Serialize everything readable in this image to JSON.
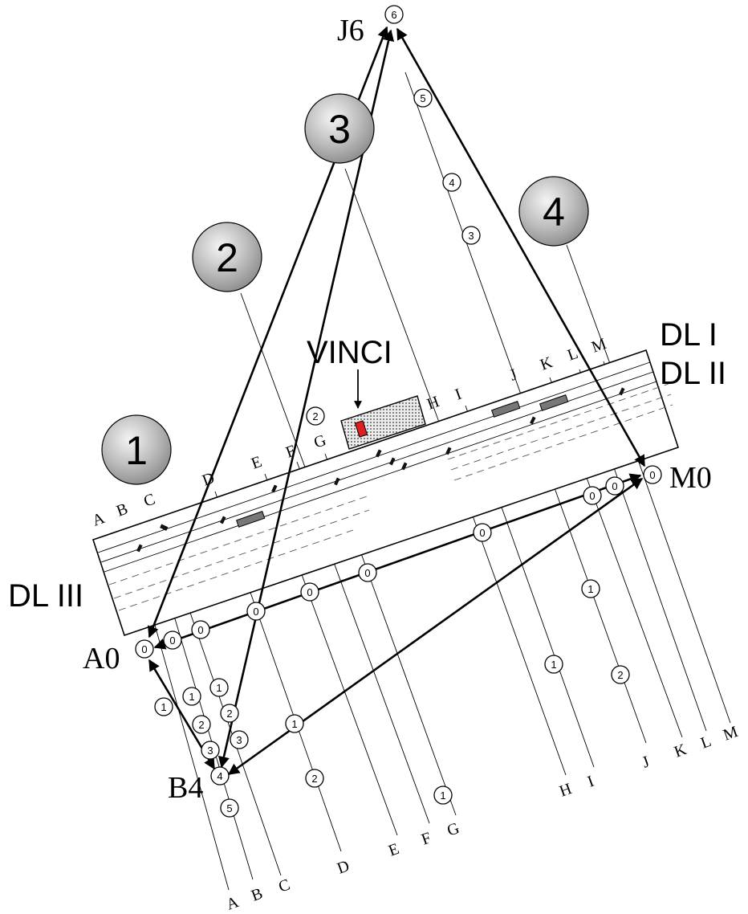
{
  "diagram": {
    "track_labels": {
      "top": [
        "A",
        "B",
        "C",
        "D",
        "E",
        "F",
        "G",
        "H",
        "I",
        "J",
        "K",
        "L",
        "M"
      ],
      "bottom": [
        "A",
        "B",
        "C",
        "D",
        "E",
        "F",
        "G",
        "H",
        "I",
        "J",
        "K",
        "L",
        "M"
      ]
    },
    "areas": [
      "1",
      "2",
      "3",
      "4"
    ],
    "beam_lines": {
      "dl1": "DL I",
      "dl2": "DL II",
      "dl3": "DL III"
    },
    "instrument": "VINCI",
    "stations": {
      "a0": "A0",
      "b4": "B4",
      "j6": "J6",
      "m0": "M0"
    },
    "position_numbers": {
      "a0": "0",
      "b4": "4",
      "j6": "6",
      "m0": "0",
      "a1": "1",
      "b1": "1",
      "b2": "2",
      "b3": "3",
      "b5": "5",
      "c0": "0",
      "c1": "1",
      "c2": "2",
      "c3": "3",
      "d0": "0",
      "d1": "1",
      "d2": "2",
      "e0": "0",
      "e2": "2",
      "g0": "0",
      "g1": "1",
      "i0": "0",
      "i1": "1",
      "j3": "3",
      "j4": "4",
      "j5": "5",
      "k1": "1",
      "k2": "2",
      "l0": "0",
      "m0b": "0",
      "x0": "0"
    },
    "colors": {
      "area_circle": "#a8a8a8",
      "instrument_fill": "#e9e9e9",
      "detector": "#e02020",
      "mirror": "#777777"
    }
  }
}
